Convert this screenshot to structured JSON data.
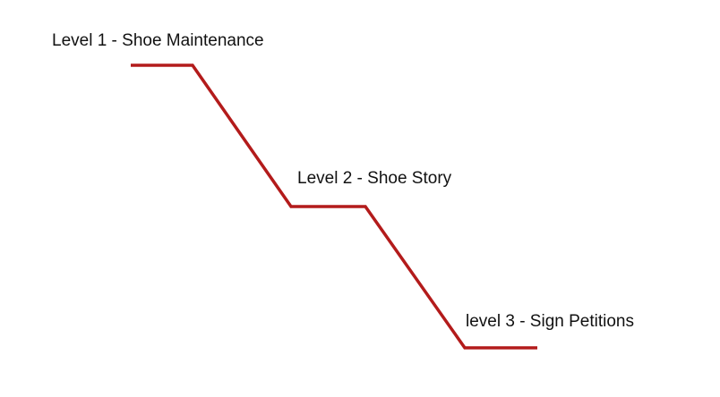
{
  "levels": [
    {
      "label": "Level 1 - Shoe Maintenance"
    },
    {
      "label": "Level 2 - Shoe Story"
    },
    {
      "label": "level 3 - Sign Petitions"
    }
  ],
  "colors": {
    "line": "#b31b1b",
    "text": "#111111",
    "background": "#ffffff"
  }
}
